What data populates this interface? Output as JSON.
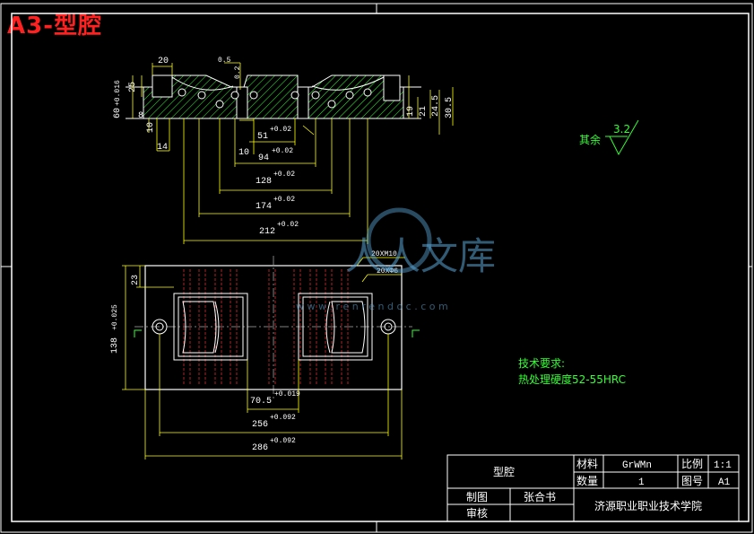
{
  "sheet": {
    "title": "A3-型腔"
  },
  "colors": {
    "outline": "#ffffff",
    "dimension": "#ffff00",
    "hatch": "#33ff33",
    "hidden": "#ff3030",
    "note": "#33ff33",
    "watermark": "#5aa6d6"
  },
  "watermark": {
    "brand": "人人文库",
    "site": "w w w . r e n r e n d o c . c o m"
  },
  "dimensions": {
    "d20": "20",
    "d05": "0.5",
    "d02": "0.2",
    "d60": "60",
    "d0016": "+0.016",
    "d0": "0",
    "d25": "25",
    "d8": "8",
    "d10": "10",
    "d14": "14",
    "d51": "51",
    "d94": "94",
    "d128": "128",
    "d174": "174",
    "d212": "212",
    "tol002": "+0.02",
    "d101": "10",
    "d19": "19",
    "d21": "21",
    "d245": "24.5",
    "d305": "30.5",
    "d23": "23",
    "d138": "138",
    "tol0025": "+0.025",
    "d705": "70.5",
    "tol0019": "+0.019",
    "d256": "256",
    "d286": "286",
    "tol0092": "+0.092",
    "m10": "20XM10",
    "phi6": "20XΦ6",
    "rough_value": "3.2",
    "rough_label": "其余"
  },
  "notes": {
    "heading": "技术要求:",
    "line1": "热处理硬度52-55HRC"
  },
  "title_block": {
    "part_name": "型腔",
    "material_label": "材料",
    "material": "GrWMn",
    "scale_label": "比例",
    "scale": "1:1",
    "qty_label": "数量",
    "qty": "1",
    "drawing_no_label": "图号",
    "drawing_no": "A1",
    "drawn_label": "制图",
    "drawn_by": "张合书",
    "checked_label": "审核",
    "school": "济源职业职业技术学院"
  }
}
